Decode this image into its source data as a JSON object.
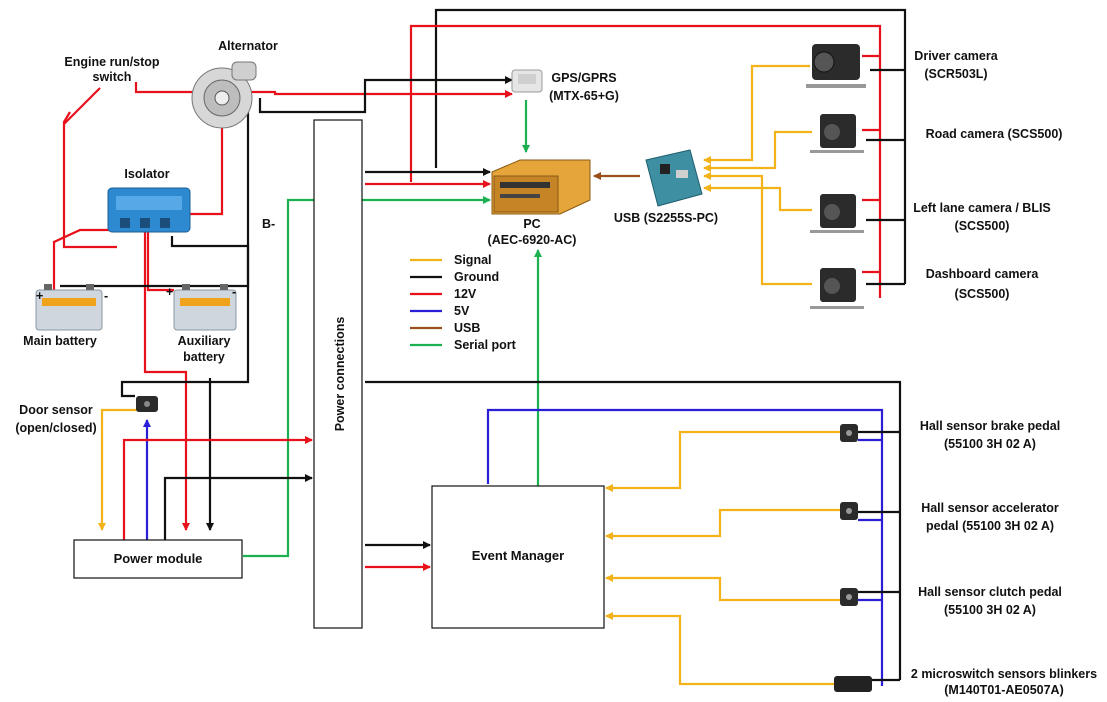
{
  "colors": {
    "signal": "#f2b218",
    "ground": "#111111",
    "v12": "#e8101a",
    "v5": "#2a1fd6",
    "usb": "#9a4f1c",
    "serial": "#1bb150"
  },
  "labels": {
    "engine_switch_1": "Engine run/stop",
    "engine_switch_2": "switch",
    "alternator": "Alternator",
    "isolator": "Isolator",
    "b_minus": "B-",
    "main_battery": "Main battery",
    "aux_battery_1": "Auxiliary",
    "aux_battery_2": "battery",
    "door_sensor_1": "Door sensor",
    "door_sensor_2": "(open/closed)",
    "power_module": "Power module",
    "power_connections": "Power connections",
    "event_manager": "Event Manager",
    "gps_1": "GPS/GPRS",
    "gps_2": "(MTX-65+G)",
    "pc_1": "PC",
    "pc_2": "(AEC-6920-AC)",
    "usb_card": "USB (S2255S-PC)",
    "driver_cam_1": "Driver camera",
    "driver_cam_2": "(SCR503L)",
    "road_cam": "Road camera (SCS500)",
    "left_cam_1": "Left lane camera / BLIS",
    "left_cam_2": "(SCS500)",
    "dash_cam_1": "Dashboard camera",
    "dash_cam_2": "(SCS500)",
    "brake_1": "Hall sensor brake pedal",
    "brake_2": "(55100 3H 02 A)",
    "accel_1": "Hall sensor accelerator",
    "accel_2": "pedal (55100 3H 02 A)",
    "clutch_1": "Hall sensor clutch pedal",
    "clutch_2": "(55100 3H 02 A)",
    "blinkers_1": "2 microswitch sensors blinkers",
    "blinkers_2": "(M140T01-AE0507A)",
    "plus": "+",
    "minus": "-"
  },
  "legend": [
    {
      "label": "Signal",
      "color": "#f2b218"
    },
    {
      "label": "Ground",
      "color": "#111111"
    },
    {
      "label": "12V",
      "color": "#e8101a"
    },
    {
      "label": "5V",
      "color": "#2a1fd6"
    },
    {
      "label": "USB",
      "color": "#9a4f1c"
    },
    {
      "label": "Serial port",
      "color": "#1bb150"
    }
  ]
}
